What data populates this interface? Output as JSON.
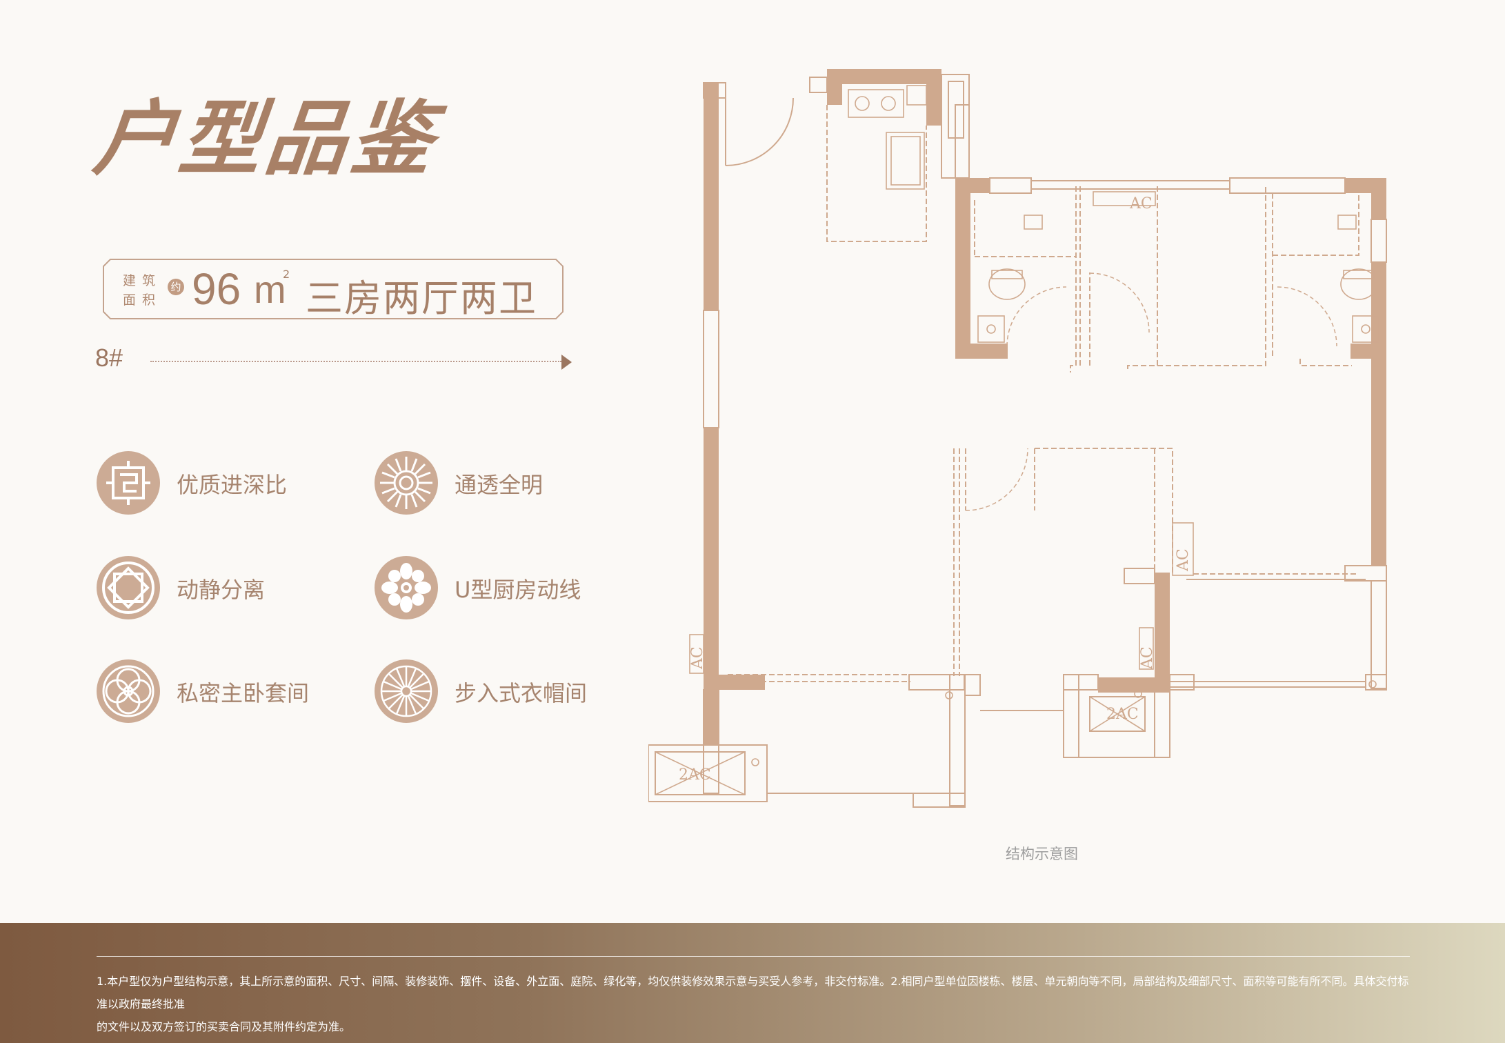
{
  "header": {
    "title": "户型品鉴"
  },
  "unit": {
    "area_label_chars": [
      "建",
      "筑",
      "面",
      "积"
    ],
    "approx_label": "约",
    "area_value": "96",
    "area_unit": "m",
    "area_unit_sup": "2",
    "layout": "三房两厅两卫",
    "building_no": "8#"
  },
  "features": [
    {
      "icon": "fret-pattern-icon",
      "label": "优质进深比"
    },
    {
      "icon": "sunflower-icon",
      "label": "通透全明"
    },
    {
      "icon": "octagon-lattice-icon",
      "label": "动静分离"
    },
    {
      "icon": "petal-flower-icon",
      "label": "U型厨房动线"
    },
    {
      "icon": "rosette-icon",
      "label": "私密主卧套间"
    },
    {
      "icon": "radial-petal-icon",
      "label": "步入式衣帽间"
    }
  ],
  "floorplan": {
    "caption": "结构示意图",
    "ac_labels": [
      "AC",
      "AC",
      "AC",
      "AC",
      "2AC",
      "2AC"
    ]
  },
  "colors": {
    "accent": "#a88066",
    "wall": "#cfa98e",
    "icon_bg": "#ccab95",
    "footer_start": "#7e5a40",
    "footer_end": "#ddd8bf"
  },
  "footer": {
    "disclaimer_line1": "1.本户型仅为户型结构示意，其上所示意的面积、尺寸、间隔、装修装饰、摆件、设备、外立面、庭院、绿化等，均仅供装修效果示意与买受人参考，非交付标准。2.相同户型单位因楼栋、楼层、单元朝向等不同，局部结构及细部尺寸、面积等可能有所不同。具体交付标准以政府最终批准",
    "disclaimer_line2": "的文件以及双方签订的买卖合同及其附件约定为准。"
  }
}
